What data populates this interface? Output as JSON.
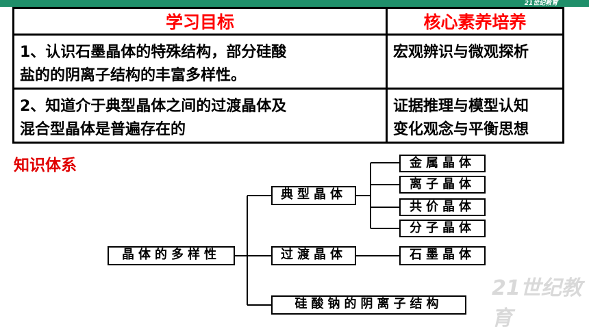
{
  "brand": {
    "logo_text": "21世纪教育"
  },
  "goals_table": {
    "headers": [
      "学习目标",
      "核心素养培养"
    ],
    "rows": [
      {
        "goal": [
          "1、认识石墨晶体的特殊结构，部分硅酸",
          "盐的的阴离子结构的丰富多样性。"
        ],
        "literacy": [
          "宏观辨识与微观探析"
        ]
      },
      {
        "goal": [
          "2、知道介于典型晶体之间的过渡晶体及",
          "混合型晶体是普遍存在的"
        ],
        "literacy": [
          "证据推理与模型认知",
          "变化观念与平衡思想"
        ]
      }
    ]
  },
  "knowledge": {
    "title": "知识体系",
    "root": "晶体的多样性",
    "branches": [
      {
        "label": "典型晶体",
        "children": [
          "金属晶体",
          "离子晶体",
          "共价晶体",
          "分子晶体"
        ]
      },
      {
        "label": "过渡晶体",
        "children": [
          "石墨晶体"
        ]
      },
      {
        "label": "硅酸钠的阴离子结构",
        "children": []
      }
    ]
  },
  "watermark": "21世纪教育"
}
